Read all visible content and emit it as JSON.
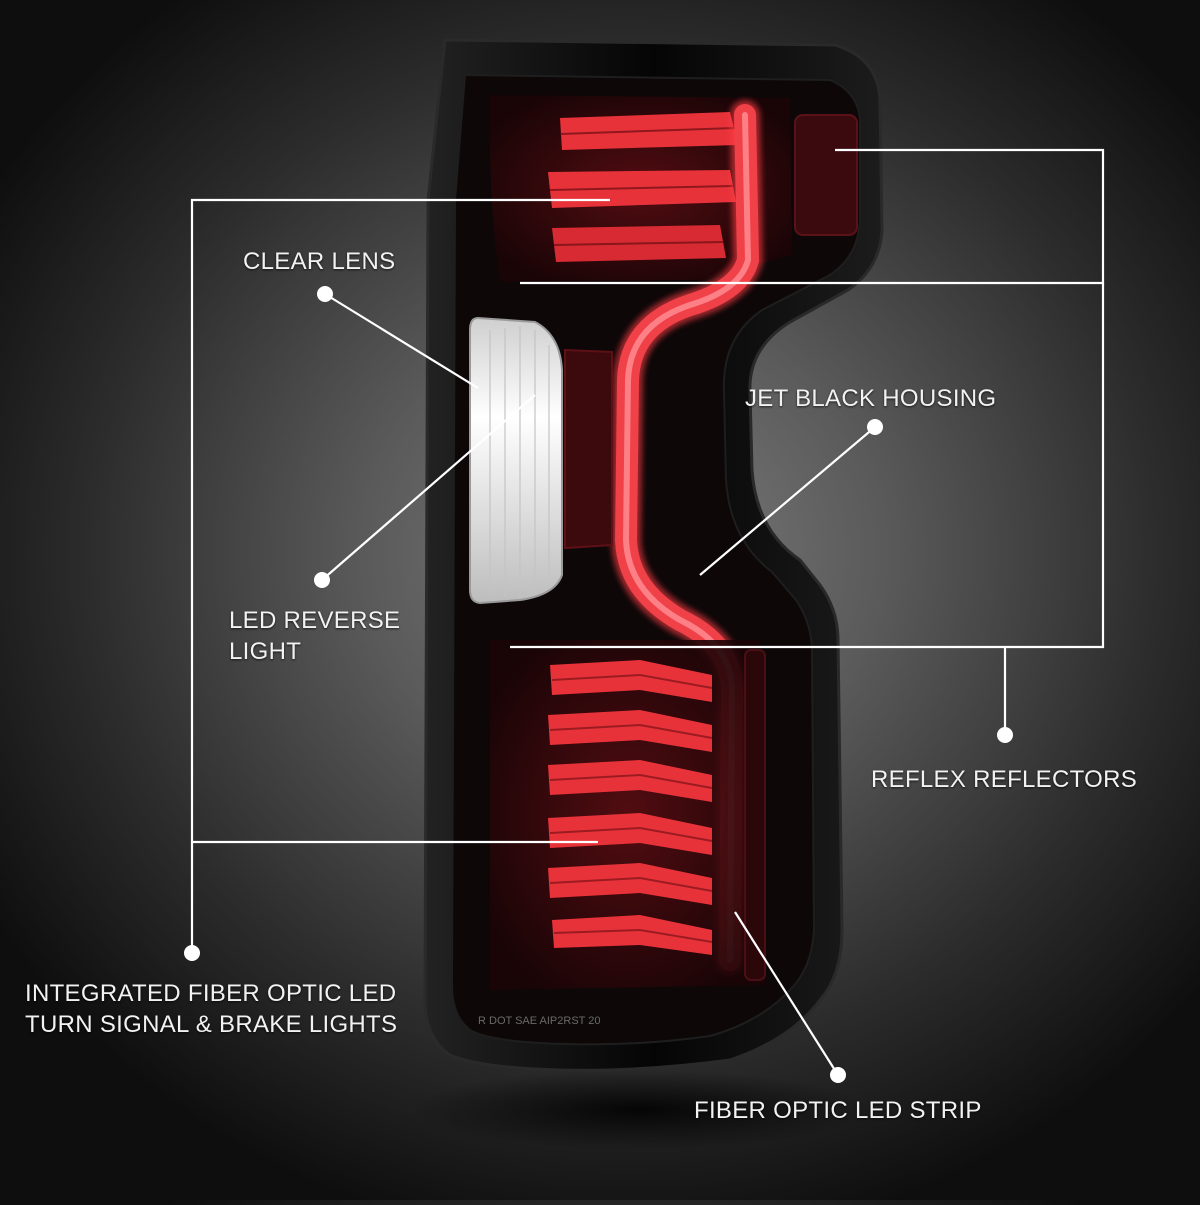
{
  "callouts": {
    "clear_lens": {
      "label": "CLEAR LENS"
    },
    "jet_black_housing": {
      "label": "JET BLACK HOUSING"
    },
    "led_reverse_light": {
      "line1": "LED REVERSE",
      "line2": "LIGHT"
    },
    "reflex_reflectors": {
      "label": "REFLEX REFLECTORS"
    },
    "integrated_fiber_optic": {
      "line1": "INTEGRATED FIBER OPTIC LED",
      "line2": "TURN SIGNAL & BRAKE LIGHTS"
    },
    "fiber_optic_strip": {
      "label": "FIBER OPTIC LED STRIP"
    }
  },
  "lens_marking": "R  DOT SAE AIP2RST 20",
  "colors": {
    "housing": "#0a0a0a",
    "led_red": "#e8323a",
    "reverse_white": "#f4f4f4",
    "callout_text": "#f2f2f2",
    "leader_line": "#ffffff"
  }
}
